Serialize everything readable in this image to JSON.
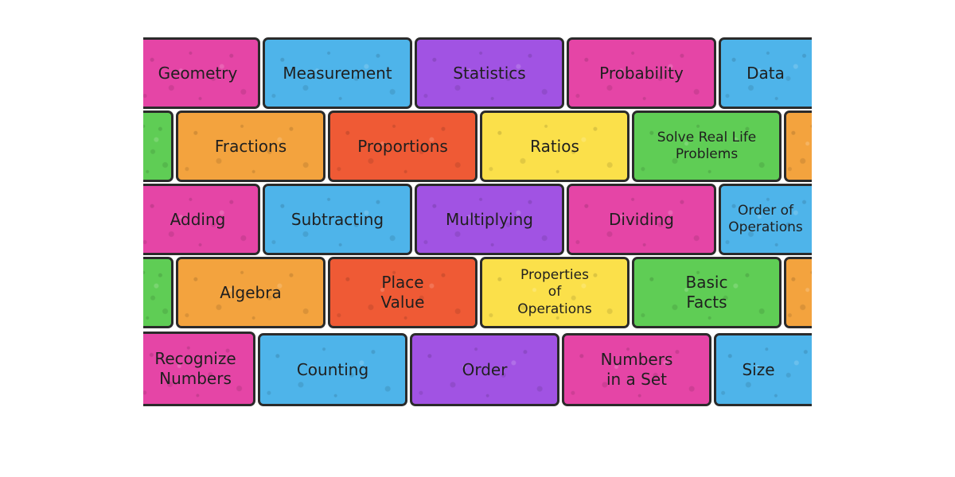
{
  "colors": {
    "pink": "#e545a6",
    "blue": "#4eb4ea",
    "purple": "#a153e3",
    "green": "#5fcd55",
    "orange": "#f3a33e",
    "red": "#ef5a35",
    "yellow": "#fbe04a"
  },
  "rows": [
    {
      "bricks": [
        {
          "label": "Geometry",
          "color": "pink"
        },
        {
          "label": "Measurement",
          "color": "blue"
        },
        {
          "label": "Statistics",
          "color": "purple"
        },
        {
          "label": "Probability",
          "color": "pink"
        },
        {
          "label": "Data",
          "color": "blue"
        }
      ]
    },
    {
      "bricks": [
        {
          "label": "",
          "color": "green"
        },
        {
          "label": "Fractions",
          "color": "orange"
        },
        {
          "label": "Proportions",
          "color": "red"
        },
        {
          "label": "Ratios",
          "color": "yellow"
        },
        {
          "label": "Solve Real Life\nProblems",
          "color": "green"
        },
        {
          "label": "",
          "color": "orange"
        }
      ]
    },
    {
      "bricks": [
        {
          "label": "Adding",
          "color": "pink"
        },
        {
          "label": "Subtracting",
          "color": "blue"
        },
        {
          "label": "Multiplying",
          "color": "purple"
        },
        {
          "label": "Dividing",
          "color": "pink"
        },
        {
          "label": "Order of\nOperations",
          "color": "blue"
        }
      ]
    },
    {
      "bricks": [
        {
          "label": "",
          "color": "green"
        },
        {
          "label": "Algebra",
          "color": "orange"
        },
        {
          "label": "Place\nValue",
          "color": "red"
        },
        {
          "label": "Properties\nof\nOperations",
          "color": "yellow"
        },
        {
          "label": "Basic\nFacts",
          "color": "green"
        },
        {
          "label": "",
          "color": "orange"
        }
      ]
    },
    {
      "bricks": [
        {
          "label": "Recognize\nNumbers",
          "color": "pink"
        },
        {
          "label": "Counting",
          "color": "blue"
        },
        {
          "label": "Order",
          "color": "purple"
        },
        {
          "label": "Numbers\nin a Set",
          "color": "pink"
        },
        {
          "label": "Size",
          "color": "blue"
        }
      ]
    }
  ]
}
